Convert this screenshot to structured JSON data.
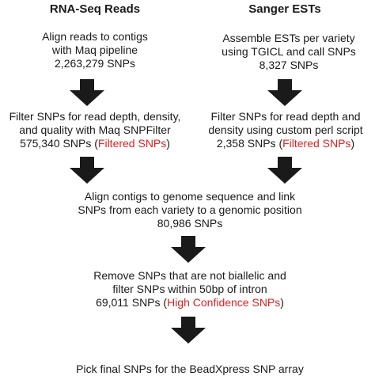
{
  "headers": {
    "left": "RNA-Seq Reads",
    "right": "Sanger ESTs"
  },
  "steps": {
    "left_1": {
      "l1": "Align reads to contigs",
      "l2": "with Maq pipeline",
      "l3": "2,263,279 SNPs"
    },
    "right_1": {
      "l1": "Assemble ESTs per variety",
      "l2": "using TGICL and call SNPs",
      "l3": "8,327 SNPs"
    },
    "left_2": {
      "l1": "Filter SNPs for read depth, density,",
      "l2": "and quality with Maq SNPFilter",
      "l3_pre": "575,340 SNPs (",
      "l3_red": "Filtered SNPs",
      "l3_post": ")"
    },
    "right_2": {
      "l1": "Filter SNPs for read depth and",
      "l2": "density using custom perl script",
      "l3_pre": "2,358 SNPs (",
      "l3_red": "Filtered SNPs",
      "l3_post": ")"
    },
    "merge_1": {
      "l1": "Align contigs to genome sequence and link",
      "l2": "SNPs from each variety to a genomic position",
      "l3": "80,986 SNPs"
    },
    "merge_2": {
      "l1": "Remove SNPs that are not biallelic and",
      "l2": "filter SNPs within 50bp of intron",
      "l3_pre": "69,011 SNPs (",
      "l3_red": "High Confidence SNPs",
      "l3_post": ")"
    },
    "final": {
      "l1": "Pick final SNPs for the BeadXpress SNP array"
    }
  },
  "colors": {
    "highlight": "#e02020",
    "arrow": "#1a1a1a"
  }
}
